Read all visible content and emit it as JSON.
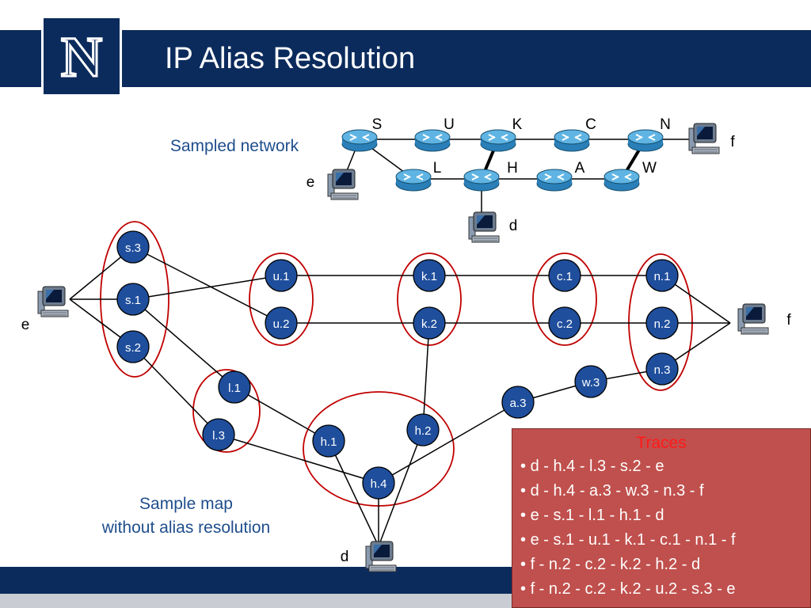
{
  "slide": {
    "title": "IP Alias Resolution"
  },
  "logo": {
    "letter": "N"
  },
  "sampled_network": {
    "label": "Sampled network",
    "routers": [
      "S",
      "U",
      "K",
      "C",
      "N",
      "L",
      "H",
      "A",
      "W"
    ],
    "hosts": [
      "e",
      "d",
      "f"
    ]
  },
  "sample_map": {
    "label_line1": "Sample map",
    "label_line2": "without alias resolution",
    "hosts": [
      "e",
      "f",
      "d"
    ],
    "interfaces": [
      "s.3",
      "s.1",
      "s.2",
      "u.1",
      "u.2",
      "k.1",
      "k.2",
      "c.1",
      "c.2",
      "n.1",
      "n.2",
      "n.3",
      "w.3",
      "a.3",
      "l.1",
      "l.3",
      "h.1",
      "h.2",
      "h.4"
    ]
  },
  "traces": {
    "title": "Traces",
    "items": [
      "d - h.4 - l.3 - s.2 - e",
      "d - h.4 - a.3 - w.3 - n.3 - f",
      "e - s.1 - l.1 - h.1 - d",
      "e - s.1 - u.1 - k.1 - c.1 - n.1 - f",
      "f - n.2 - c.2 - k.2 - h.2 - d",
      "f - n.2 - c.2 - k.2 - u.2 - s.3 - e"
    ]
  },
  "colors": {
    "brand_navy": "#0b2b5c",
    "node_blue": "#1f4e9c",
    "ellipse_red": "#c00000",
    "traces_bg": "#c0504d",
    "traces_title": "#ff1a1a",
    "router_teal": "#3b9bd4"
  },
  "icons": {
    "router": "router-icon",
    "host": "computer-icon"
  }
}
